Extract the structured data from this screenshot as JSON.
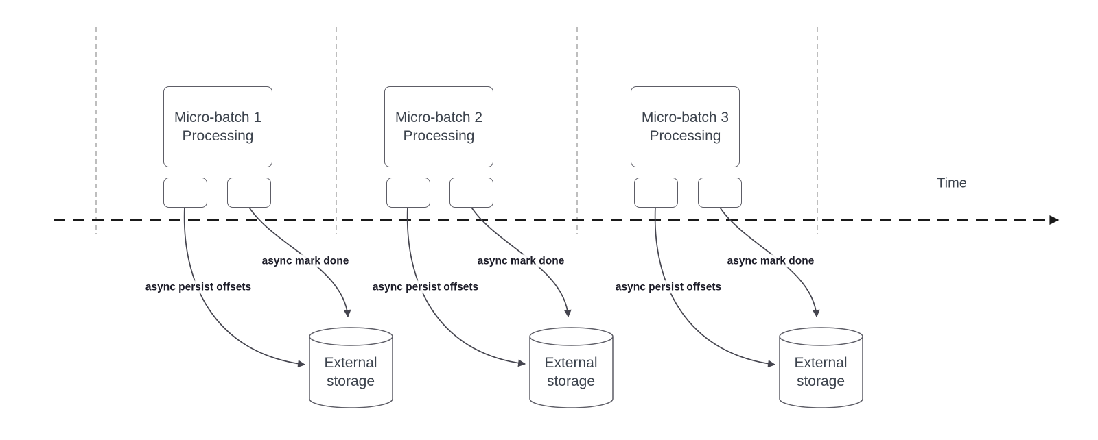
{
  "diagram": {
    "time_axis_label": "Time",
    "groups": [
      {
        "processing_line1": "Micro-batch 1",
        "processing_line2": "Processing",
        "persist_label": "async persist offsets",
        "mark_done_label": "async mark done",
        "storage_line1": "External",
        "storage_line2": "storage"
      },
      {
        "processing_line1": "Micro-batch 2",
        "processing_line2": "Processing",
        "persist_label": "async persist offsets",
        "mark_done_label": "async mark done",
        "storage_line1": "External",
        "storage_line2": "storage"
      },
      {
        "processing_line1": "Micro-batch 3",
        "processing_line2": "Processing",
        "persist_label": "async persist offsets",
        "mark_done_label": "async mark done",
        "storage_line1": "External",
        "storage_line2": "storage"
      }
    ],
    "colors": {
      "background": "#ffffff",
      "node_stroke": "#5d5d66",
      "node_text": "#3c434d",
      "edge_stroke": "#45454f",
      "edge_label_text": "#1c1c28",
      "time_axis": "#1a1a1a",
      "gridline": "#a8a8a8"
    }
  }
}
